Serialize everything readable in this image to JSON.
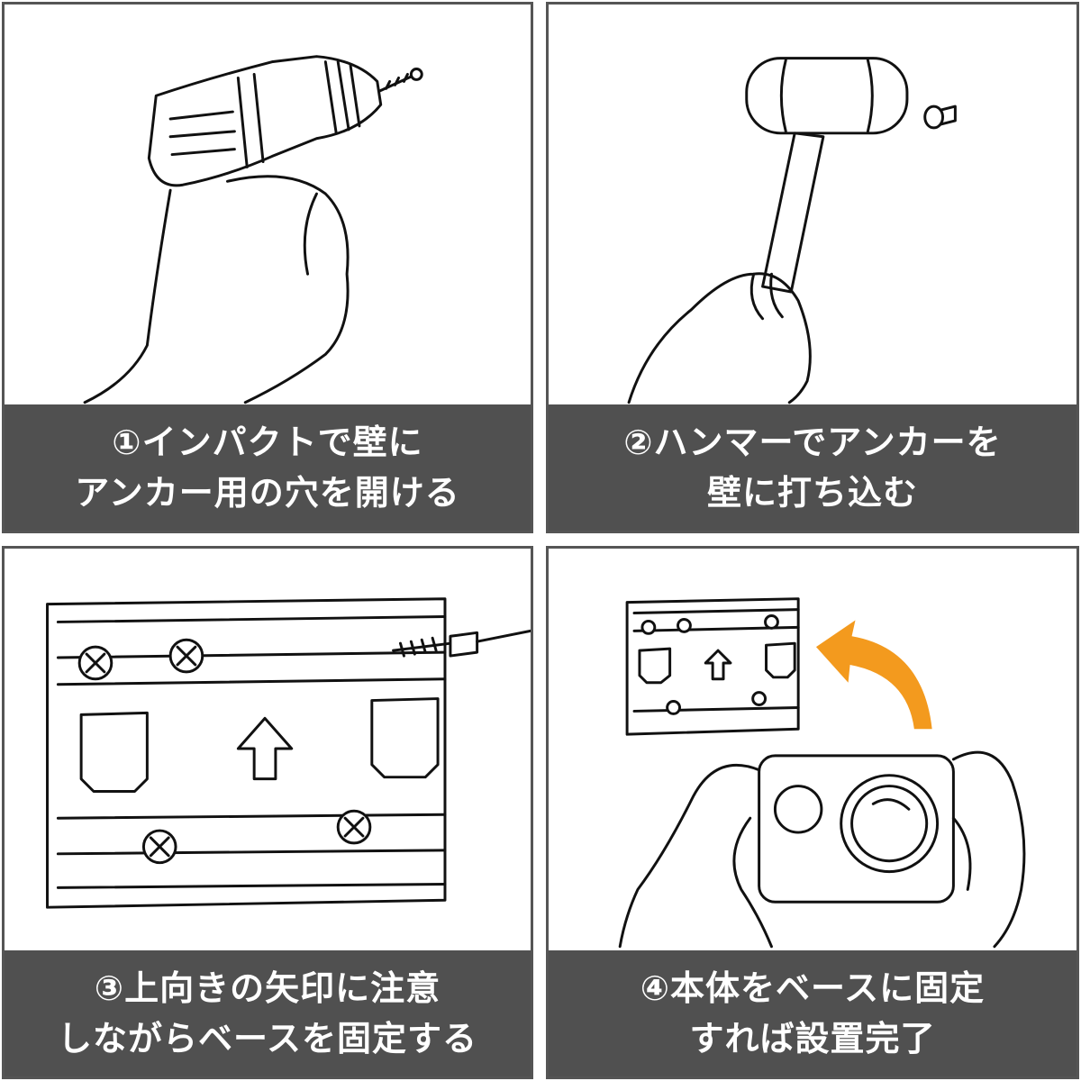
{
  "steps": [
    {
      "line1": "①インパクトで壁に",
      "line2": "アンカー用の穴を開ける",
      "illustration": "drill-icon"
    },
    {
      "line1": "②ハンマーでアンカーを",
      "line2": "壁に打ち込む",
      "illustration": "hammer-icon"
    },
    {
      "line1": "③上向きの矢印に注意",
      "line2": "しながらベースを固定する",
      "illustration": "mounting-base-icon"
    },
    {
      "line1": "④本体をベースに固定",
      "line2": "すれば設置完了",
      "illustration": "camera-icon"
    }
  ],
  "colors": {
    "caption_bg": "#505050",
    "caption_text": "#ffffff",
    "border": "#555555",
    "arrow": "#f39a1e"
  }
}
